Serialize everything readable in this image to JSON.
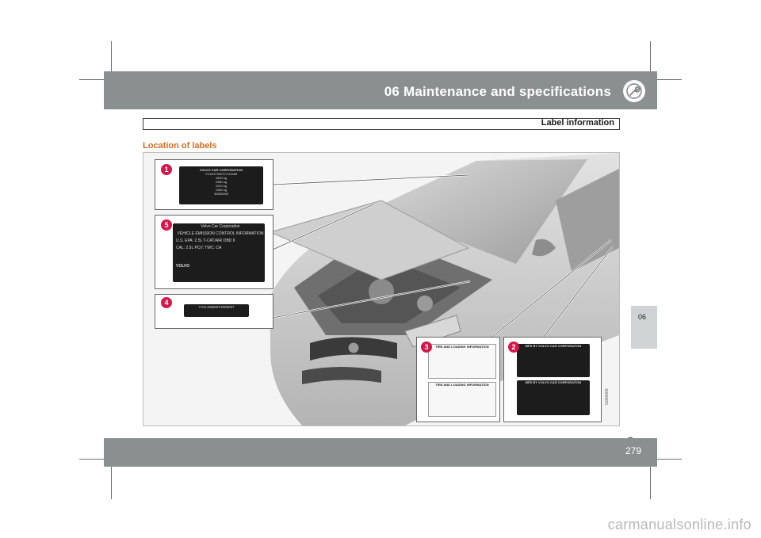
{
  "header": {
    "section_title": "06 Maintenance and specifications",
    "subsection": "Label information"
  },
  "main": {
    "heading": "Location of labels"
  },
  "figure": {
    "callouts": [
      "1",
      "5",
      "4",
      "3",
      "2"
    ],
    "label1": {
      "title": "VOLVO CAR CORPORATION",
      "lines": [
        "YV1DZ7050TC123456",
        "1820 kg",
        "2360 kg",
        "1010 kg",
        "1350 kg"
      ],
      "footer": "30000000"
    },
    "label5": {
      "line1": "Volvo Car Corporation",
      "line2": "VEHICLE EMISSION CONTROL INFORMATION",
      "line3": "U.S. EPA: 2.5L  T-CAT/AIR  OBD II",
      "line4": "CAL: 2.5L  PCV:  TWC:  CA",
      "brand": "VOLVO"
    },
    "label4": {
      "vin": "YV1LS55D6Y2000007"
    },
    "label3": {
      "title1": "TIRE AND LOADING INFORMATION",
      "title2": "TIRE AND LOADING INFORMATION"
    },
    "label2": {
      "title1": "MFD BY VOLVO CAR CORPORATION",
      "title2": "MFD BY VOLVO CAR CORPORATION"
    },
    "code": "G000000"
  },
  "side_tab": "06",
  "footer": {
    "arrows": "▸▸",
    "page_number": "279"
  },
  "watermark": "carmanualsonline.info",
  "colors": {
    "band": "#8a9090",
    "heading": "#d86b1f",
    "callout": "#d4184a"
  },
  "icons": [
    "wrench-icon"
  ]
}
